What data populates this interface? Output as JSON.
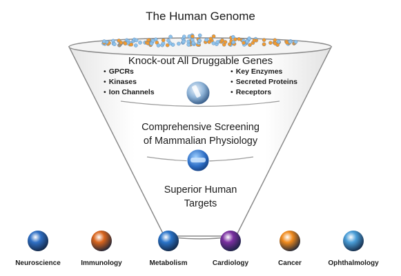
{
  "title": "The Human Genome",
  "stage1": {
    "heading": "Knock-out All Druggable Genes",
    "left_items": [
      "GPCRs",
      "Kinases",
      "Ion Channels"
    ],
    "right_items": [
      "Key Enzymes",
      "Secreted Proteins",
      "Receptors"
    ]
  },
  "stage2": {
    "line1": "Comprehensive Screening",
    "line2": "of Mammalian Physiology"
  },
  "stage3": {
    "line1": "Superior Human",
    "line2": "Targets"
  },
  "therapeutic_areas": [
    {
      "label": "Neuroscience",
      "color": "#2f6fc4"
    },
    {
      "label": "Immunology",
      "color": "#d9641c"
    },
    {
      "label": "Metabolism",
      "color": "#2a74c9"
    },
    {
      "label": "Cardiology",
      "color": "#7a2fa0"
    },
    {
      "label": "Cancer",
      "color": "#f08a1c"
    },
    {
      "label": "Ophthalmology",
      "color": "#4a9ed8"
    }
  ],
  "colors": {
    "gene_blue": "#8ec3ec",
    "gene_orange": "#f29a2e",
    "funnel_edge": "#8a8a8a"
  }
}
